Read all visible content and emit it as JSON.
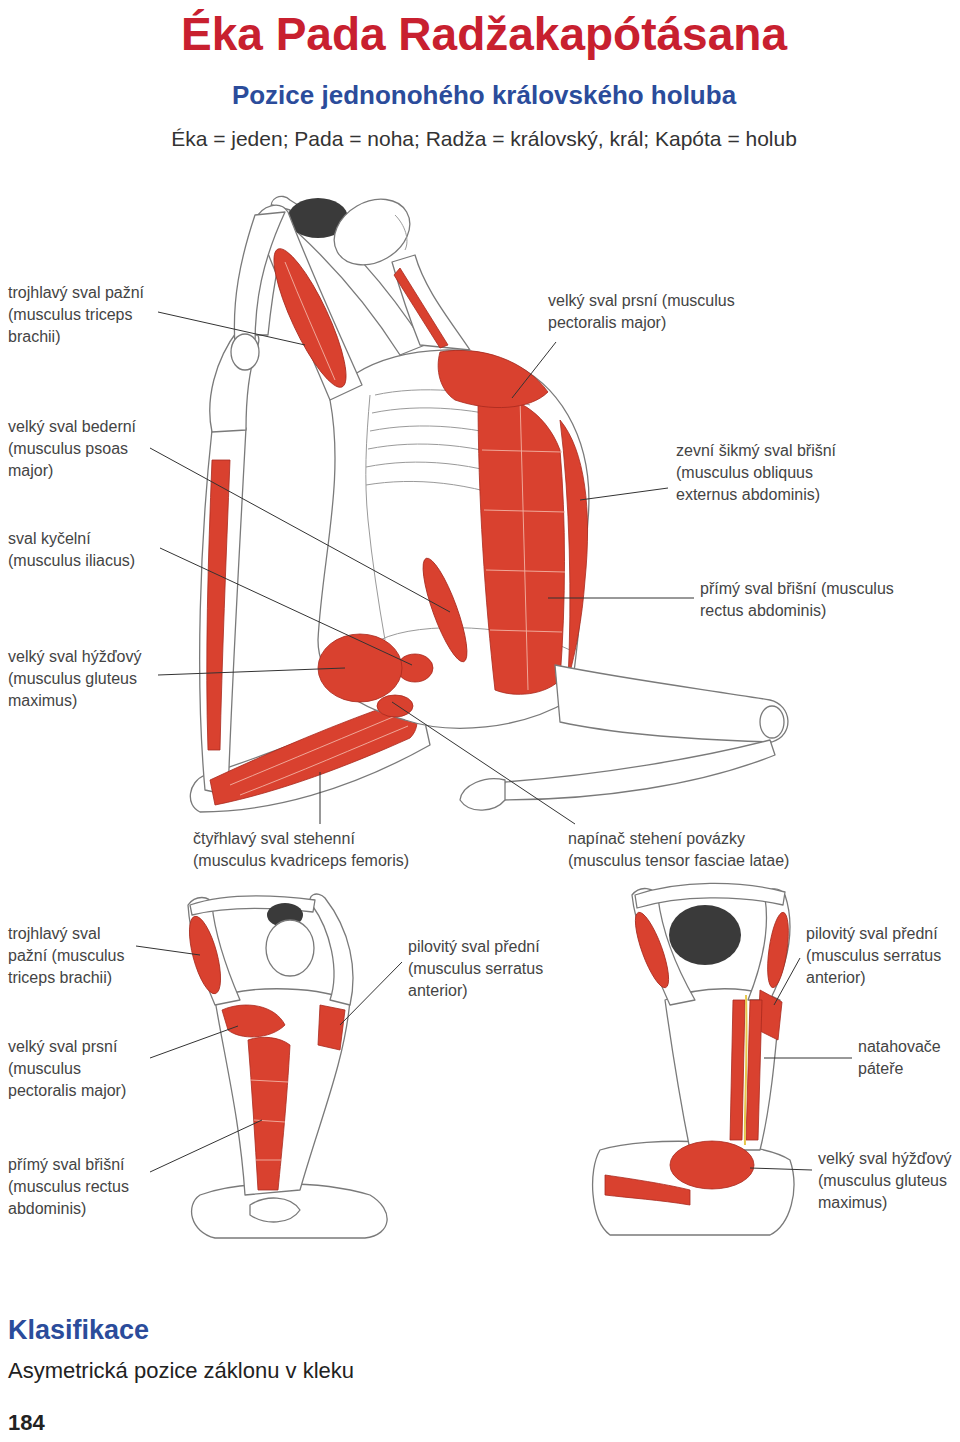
{
  "diagram": {
    "title": "Éka Pada Radžakapótásana",
    "labels": [
      "Pozice jednonohého královského holuba",
      "Éka = jeden; Pada = noha; Radža = královský, král; Kapóta = holub",
      "trojhlavý sval pažní (musculus triceps brachii)",
      "velký sval prsní (musculus pectoralis major)",
      "velký sval bederní (musculus psoas major)",
      "zevní šikmý sval břišní (musculus obliquus externus abdominis)",
      "sval kyčelní (musculus iliacus)",
      "přímý sval břišní (musculus rectus abdominis)",
      "velký sval hýžďový (musculus gluteus maximus)",
      "čtyřhlavý sval stehenní (musculus kvadriceps femoris)",
      "napínač stehení povázky (musculus tensor fasciae latae)",
      "trojhlavý sval pažní (musculus triceps brachii)",
      "pilovitý sval přední (musculus serratus anterior)",
      "pilovitý sval přední (musculus serratus anterior)",
      "velký sval prsní (musculus pectoralis major)",
      "natahovače páteře",
      "přímý sval břišní (musculus rectus abdominis)",
      "velký sval hýžďový (musculus gluteus maximus)",
      "Klasifikace",
      "Asymetrická pozice záklonu v kleku",
      "184"
    ]
  }
}
